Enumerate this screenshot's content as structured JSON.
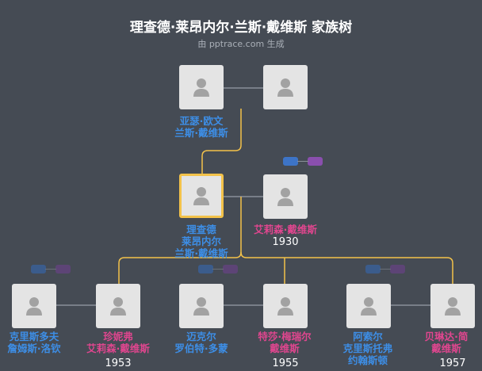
{
  "header": {
    "title": "理查德·莱昂内尔·兰斯·戴维斯 家族树",
    "subtitle": "由 pptrace.com 生成"
  },
  "colors": {
    "background": "#454b54",
    "male": "#3d8ee6",
    "female": "#e0468f",
    "connector": "#f3c24a"
  },
  "people": {
    "g1_father": {
      "lines": [
        "亚瑟·欧文",
        "兰斯·戴维斯"
      ]
    },
    "g1_mother": {
      "lines": []
    },
    "self": {
      "lines": [
        "理查德",
        "莱昂内尔",
        "兰斯·戴维斯"
      ]
    },
    "spouse": {
      "lines": [
        "艾莉森·戴维斯"
      ],
      "year": "1930"
    },
    "c1": {
      "lines": [
        "克里斯多夫",
        "詹姆斯·洛钦"
      ]
    },
    "c1_spouse": {
      "lines": [
        "珍妮弗",
        "艾莉森·戴维斯"
      ],
      "year": "1953"
    },
    "c2": {
      "lines": [
        "迈克尔",
        "罗伯特·多蒙"
      ]
    },
    "c2_spouse": {
      "lines": [
        "特莎·梅瑞尔",
        "戴维斯"
      ],
      "year": "1955"
    },
    "c3": {
      "lines": [
        "阿索尔",
        "克里斯托弗",
        "约翰斯顿"
      ]
    },
    "c3_spouse": {
      "lines": [
        "贝琳达·简",
        "戴维斯"
      ],
      "year": "1957"
    }
  },
  "icons": {
    "person": "person-silhouette-icon",
    "marriage": "marriage-link-icon"
  }
}
